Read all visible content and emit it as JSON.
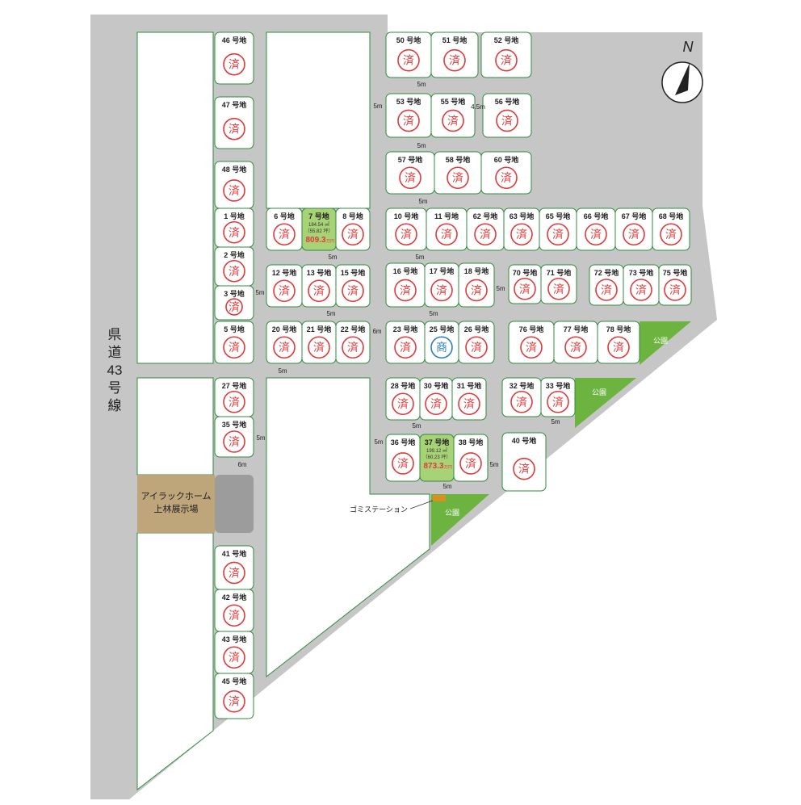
{
  "map": {
    "road_name": "県道43号線",
    "showroom": [
      "アイラックホーム",
      "上林展示場"
    ],
    "north_label": "N",
    "garbage_label": "ゴミステーション",
    "park_label": "公園",
    "sold_mark": "済",
    "commercial_mark": "商",
    "price_unit": "万円",
    "colors": {
      "road": "#c6c6c6",
      "lot_border": "#2e8b3c",
      "sold": "#e03a3a",
      "commercial": "#2a7fc1",
      "available": "#a8d276",
      "park": "#6cb33f",
      "showroom": "#bfa57a",
      "parking": "#9c9c9c",
      "price": "#e03a3a",
      "garbage": "#d9901c"
    },
    "road_widths": [
      {
        "id": "w1",
        "text": "5m"
      },
      {
        "id": "w2",
        "text": "5m"
      },
      {
        "id": "w3",
        "text": "5m"
      },
      {
        "id": "w4",
        "text": "4.5m"
      },
      {
        "id": "w5",
        "text": "5m"
      },
      {
        "id": "w6",
        "text": "5m"
      },
      {
        "id": "w7",
        "text": "5m"
      },
      {
        "id": "w8",
        "text": "5m"
      },
      {
        "id": "w9",
        "text": "5m"
      },
      {
        "id": "w10",
        "text": "5m"
      },
      {
        "id": "w11",
        "text": "5m"
      },
      {
        "id": "w12",
        "text": "6m"
      },
      {
        "id": "w13",
        "text": "5m"
      },
      {
        "id": "w14",
        "text": "5m"
      },
      {
        "id": "w15",
        "text": "6m"
      },
      {
        "id": "w16",
        "text": "5m"
      },
      {
        "id": "w17",
        "text": "5m"
      },
      {
        "id": "w18",
        "text": "5m"
      },
      {
        "id": "w19",
        "text": "5m"
      },
      {
        "id": "w20",
        "text": "5m"
      }
    ],
    "lots": [
      {
        "id": "l46",
        "label": "46 号地",
        "status": "sold"
      },
      {
        "id": "l47",
        "label": "47 号地",
        "status": "sold"
      },
      {
        "id": "l48",
        "label": "48 号地",
        "status": "sold"
      },
      {
        "id": "l1",
        "label": "1 号地",
        "status": "sold"
      },
      {
        "id": "l2",
        "label": "2 号地",
        "status": "sold"
      },
      {
        "id": "l3",
        "label": "3 号地",
        "status": "sold"
      },
      {
        "id": "l5",
        "label": "5 号地",
        "status": "sold"
      },
      {
        "id": "l27",
        "label": "27 号地",
        "status": "sold"
      },
      {
        "id": "l35",
        "label": "35 号地",
        "status": "sold"
      },
      {
        "id": "l41",
        "label": "41 号地",
        "status": "sold"
      },
      {
        "id": "l42",
        "label": "42 号地",
        "status": "sold"
      },
      {
        "id": "l43",
        "label": "43 号地",
        "status": "sold"
      },
      {
        "id": "l45",
        "label": "45 号地",
        "status": "sold"
      },
      {
        "id": "l50",
        "label": "50 号地",
        "status": "sold"
      },
      {
        "id": "l51",
        "label": "51 号地",
        "status": "sold"
      },
      {
        "id": "l52",
        "label": "52 号地",
        "status": "sold"
      },
      {
        "id": "l53",
        "label": "53 号地",
        "status": "sold"
      },
      {
        "id": "l55",
        "label": "55 号地",
        "status": "sold"
      },
      {
        "id": "l56",
        "label": "56 号地",
        "status": "sold"
      },
      {
        "id": "l57",
        "label": "57 号地",
        "status": "sold"
      },
      {
        "id": "l58",
        "label": "58 号地",
        "status": "sold"
      },
      {
        "id": "l60",
        "label": "60 号地",
        "status": "sold"
      },
      {
        "id": "l6",
        "label": "6 号地",
        "status": "sold"
      },
      {
        "id": "l7",
        "label": "7 号地",
        "status": "available",
        "area": "184.54 ㎡",
        "tsubo": "（55.82 坪）",
        "price": "809.3"
      },
      {
        "id": "l8",
        "label": "8 号地",
        "status": "sold"
      },
      {
        "id": "l10",
        "label": "10 号地",
        "status": "sold"
      },
      {
        "id": "l11",
        "label": "11 号地",
        "status": "sold"
      },
      {
        "id": "l62",
        "label": "62 号地",
        "status": "sold"
      },
      {
        "id": "l63",
        "label": "63 号地",
        "status": "sold"
      },
      {
        "id": "l65",
        "label": "65 号地",
        "status": "sold"
      },
      {
        "id": "l66",
        "label": "66 号地",
        "status": "sold"
      },
      {
        "id": "l67",
        "label": "67 号地",
        "status": "sold"
      },
      {
        "id": "l68",
        "label": "68 号地",
        "status": "sold"
      },
      {
        "id": "l12",
        "label": "12 号地",
        "status": "sold"
      },
      {
        "id": "l13",
        "label": "13 号地",
        "status": "sold"
      },
      {
        "id": "l15",
        "label": "15 号地",
        "status": "sold"
      },
      {
        "id": "l16",
        "label": "16 号地",
        "status": "sold"
      },
      {
        "id": "l17",
        "label": "17 号地",
        "status": "sold"
      },
      {
        "id": "l18",
        "label": "18 号地",
        "status": "sold"
      },
      {
        "id": "l70",
        "label": "70 号地",
        "status": "sold"
      },
      {
        "id": "l71",
        "label": "71 号地",
        "status": "sold"
      },
      {
        "id": "l72",
        "label": "72 号地",
        "status": "sold"
      },
      {
        "id": "l73",
        "label": "73 号地",
        "status": "sold"
      },
      {
        "id": "l75",
        "label": "75 号地",
        "status": "sold"
      },
      {
        "id": "l20",
        "label": "20 号地",
        "status": "sold"
      },
      {
        "id": "l21",
        "label": "21 号地",
        "status": "sold"
      },
      {
        "id": "l22",
        "label": "22 号地",
        "status": "sold"
      },
      {
        "id": "l23",
        "label": "23 号地",
        "status": "sold"
      },
      {
        "id": "l25",
        "label": "25 号地",
        "status": "commercial"
      },
      {
        "id": "l26",
        "label": "26 号地",
        "status": "sold"
      },
      {
        "id": "l76",
        "label": "76 号地",
        "status": "sold"
      },
      {
        "id": "l77",
        "label": "77 号地",
        "status": "sold"
      },
      {
        "id": "l78",
        "label": "78 号地",
        "status": "sold"
      },
      {
        "id": "l28",
        "label": "28 号地",
        "status": "sold"
      },
      {
        "id": "l30",
        "label": "30 号地",
        "status": "sold"
      },
      {
        "id": "l31",
        "label": "31 号地",
        "status": "sold"
      },
      {
        "id": "l32",
        "label": "32 号地",
        "status": "sold"
      },
      {
        "id": "l33",
        "label": "33 号地",
        "status": "sold"
      },
      {
        "id": "l40",
        "label": "40 号地",
        "status": "sold"
      },
      {
        "id": "l36",
        "label": "36 号地",
        "status": "sold"
      },
      {
        "id": "l37",
        "label": "37 号地",
        "status": "available",
        "area": "199.12 ㎡",
        "tsubo": "（60.23 坪）",
        "price": "873.3"
      },
      {
        "id": "l38",
        "label": "38 号地",
        "status": "sold"
      }
    ]
  }
}
